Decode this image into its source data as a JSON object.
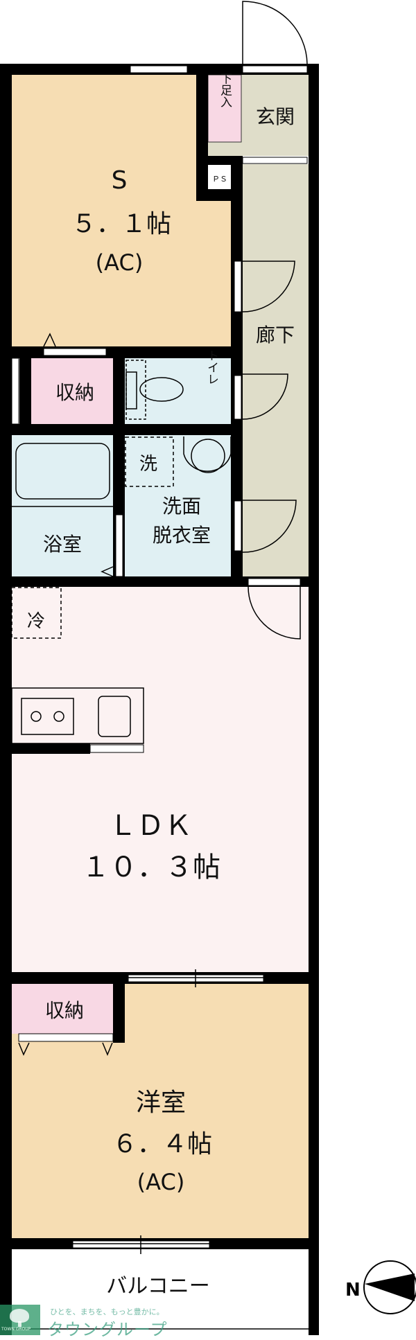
{
  "rooms": {
    "s_room": {
      "name": "S",
      "size": "５．１帖",
      "note": "(AC)"
    },
    "entrance": {
      "name": "玄関"
    },
    "shoe_storage": {
      "name": "下足入"
    },
    "ps": {
      "name": "ＰＳ"
    },
    "corridor": {
      "name": "廊下"
    },
    "storage_1": {
      "name": "収納"
    },
    "toilet": {
      "name": "トイレ"
    },
    "washer": {
      "name": "洗"
    },
    "bathroom": {
      "name": "浴室"
    },
    "washroom": {
      "line1": "洗面",
      "line2": "脱衣室"
    },
    "fridge": {
      "name": "冷"
    },
    "ldk": {
      "name": "ＬＤＫ",
      "size": "１０．３帖"
    },
    "storage_2": {
      "name": "収納"
    },
    "western_room": {
      "name": "洋室",
      "size": "６．４帖",
      "note": "(AC)"
    },
    "balcony": {
      "name": "バルコニー"
    }
  },
  "compass": {
    "label": "N",
    "icon": "north-arrow-icon"
  },
  "logo": {
    "slogan": "ひとを、まちを、もっと豊かに。",
    "name": "タウングループ",
    "name_en": "TOWN GROUP"
  },
  "colors": {
    "room": "#f6ddb3",
    "storage": "#f8d8e4",
    "wet": "#e0f0f3",
    "corridor": "#dfddc9",
    "ldk": "#fcf2f2",
    "wall": "#000000"
  }
}
